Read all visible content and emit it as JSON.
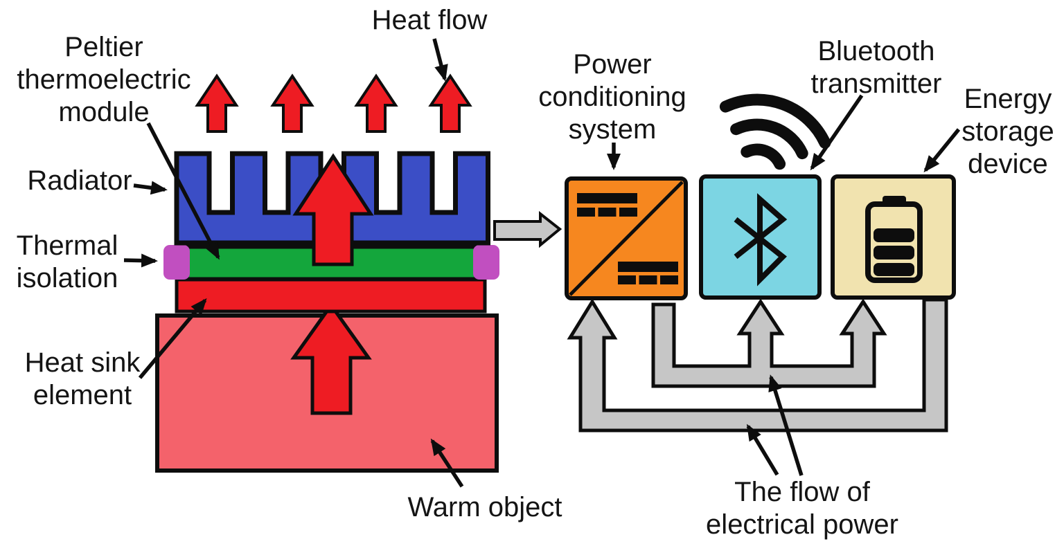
{
  "title": "Thermoelectric energy harvesting system diagram",
  "labels": {
    "heat_flow": "Heat flow",
    "peltier_module": "Peltier\nthermoelectric\nmodule",
    "radiator": "Radiator",
    "thermal_isolation": "Thermal\nisolation",
    "heat_sink": "Heat sink\nelement",
    "warm_object": "Warm object",
    "power_conditioning": "Power\nconditioning\nsystem",
    "bluetooth_transmitter": "Bluetooth\ntransmitter",
    "energy_storage": "Energy\nstorage\ndevice",
    "power_flow": "The flow of\nelectrical power"
  },
  "colors": {
    "radiator": "#3B4EC6",
    "peltier": "#14A63C",
    "heat_sink": "#EE1C23",
    "warm_object": "#F4626B",
    "thermal_isolation": "#C14FC0",
    "heat_arrow": "#EE1C23",
    "power_box": "#F6871F",
    "bluetooth_box": "#7CD5E3",
    "storage_box": "#F1E3AF",
    "flow_arrow": "#C6C6C6",
    "outline": "#0D0D0D"
  }
}
